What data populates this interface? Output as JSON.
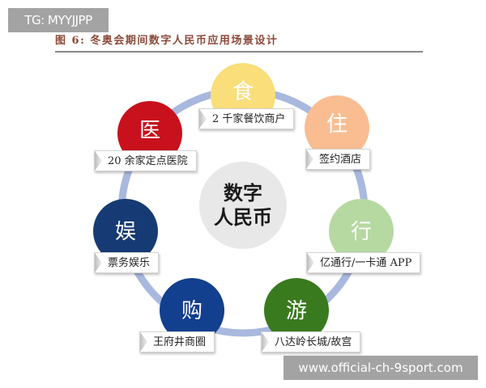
{
  "watermarks": {
    "top": "TG: MYYJJPP",
    "bottom": "www.official-ch-9sport.com"
  },
  "figure": {
    "number": "图 6:",
    "title": "冬奥会期间数字人民币应用场景设计"
  },
  "center": {
    "line1": "数字",
    "line2": "人民币",
    "color": "#e8e8e8"
  },
  "ring_color": "#a9b8de",
  "nodes": [
    {
      "id": "food",
      "char": "食",
      "label": "2 千家餐饮商户",
      "color": "#f9de7a"
    },
    {
      "id": "stay",
      "char": "住",
      "label": "签约酒店",
      "color": "#f9bd91"
    },
    {
      "id": "travel",
      "char": "行",
      "label": "亿通行/一卡通 APP",
      "color": "#b6d9a2"
    },
    {
      "id": "tour",
      "char": "游",
      "label": "八达岭长城/故宫",
      "color": "#3a7a1e"
    },
    {
      "id": "shop",
      "char": "购",
      "label": "王府井商圈",
      "color": "#123f8e"
    },
    {
      "id": "entertainment",
      "char": "娱",
      "label": "票务娱乐",
      "color": "#163a73"
    },
    {
      "id": "medical",
      "char": "医",
      "label": "20 余家定点医院",
      "color": "#c8111c"
    }
  ]
}
